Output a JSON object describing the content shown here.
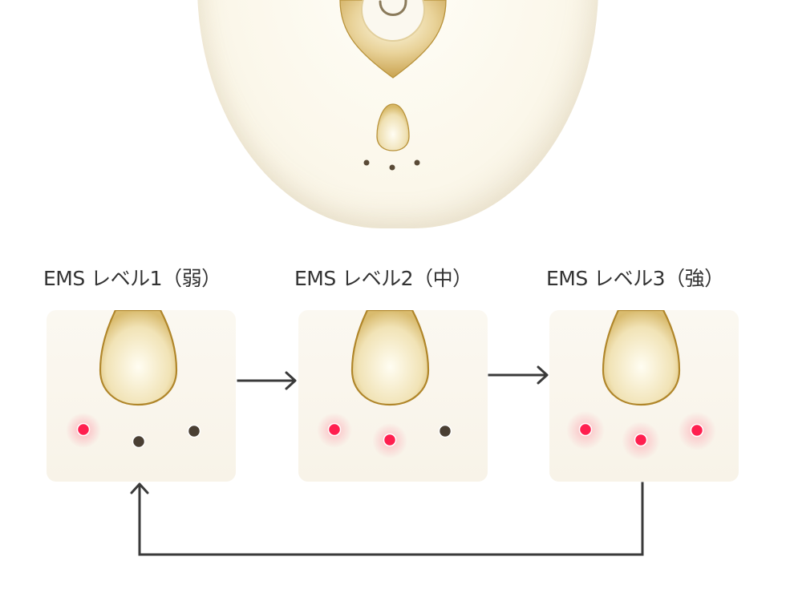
{
  "device": {
    "indicator_colors": {
      "off": "#4a3f33",
      "on": "#ff1f4f"
    },
    "accent_gold": "#b8923a"
  },
  "levels": [
    {
      "label": "EMS レベル1（弱）",
      "leds": [
        "on",
        "off",
        "off"
      ]
    },
    {
      "label": "EMS レベル2（中）",
      "leds": [
        "on",
        "on",
        "off"
      ]
    },
    {
      "label": "EMS レベル3（強）",
      "leds": [
        "on",
        "on",
        "on"
      ]
    }
  ],
  "colors": {
    "text": "#333333",
    "arrow": "#3a3a3a",
    "panel_bg": "#f9f5ec"
  }
}
